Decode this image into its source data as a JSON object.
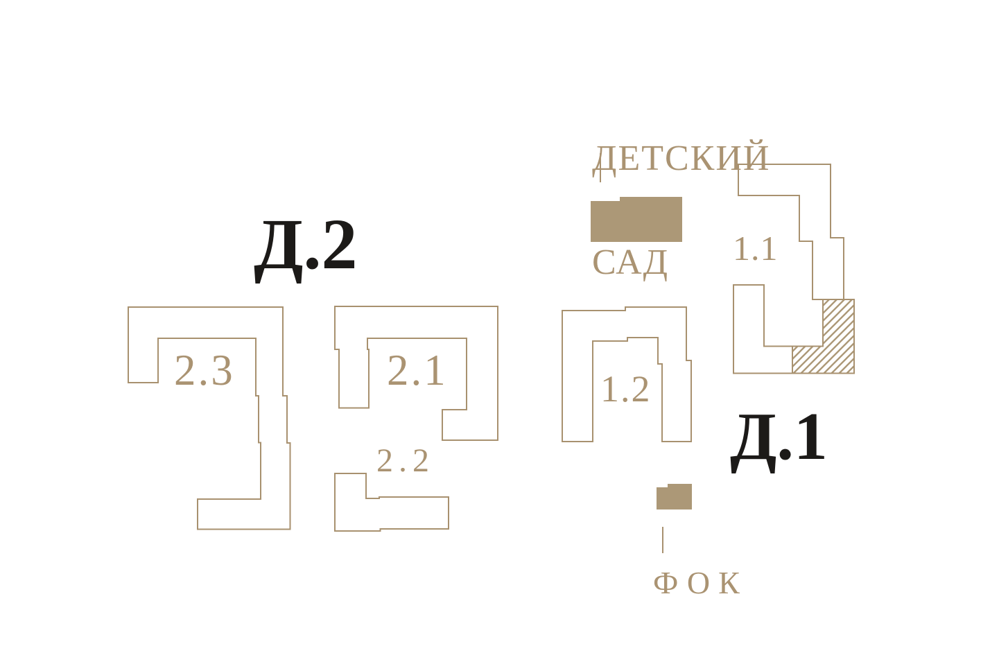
{
  "colors": {
    "background": "#ffffff",
    "fill_tan": "#ac9877",
    "outline_tan": "#a8916f",
    "text_tan": "#aa9372",
    "label_black": "#1c1a18"
  },
  "districts": {
    "d2": {
      "label": "Д.2"
    },
    "d1": {
      "label": "Д.1"
    }
  },
  "buildings": {
    "b23": {
      "label": "2.3"
    },
    "b21": {
      "label": "2.1"
    },
    "b22": {
      "label": "2.2"
    },
    "b11": {
      "label": "1.1"
    },
    "b12": {
      "label": "1.2"
    }
  },
  "amenities": {
    "kindergarten": {
      "line1": "ДЕТСКИЙ",
      "line2": "САД"
    },
    "sports_center": {
      "label": "ФОК"
    }
  }
}
